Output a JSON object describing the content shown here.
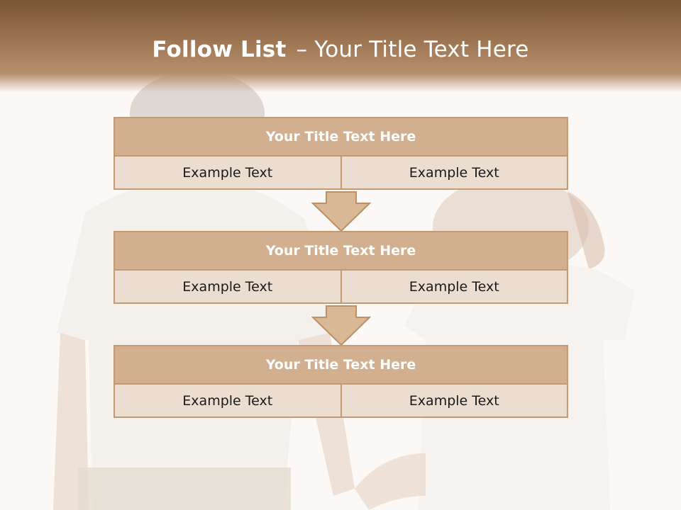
{
  "slide": {
    "title_bold": "Follow List",
    "title_separator": "–",
    "title_rest": "Your Title Text Here"
  },
  "blocks": [
    {
      "title": "Your Title Text Here",
      "left": "Example Text",
      "right": "Example Text"
    },
    {
      "title": "Your Title Text Here",
      "left": "Example Text",
      "right": "Example Text"
    },
    {
      "title": "Your Title Text Here",
      "left": "Example Text",
      "right": "Example Text"
    }
  ],
  "colors": {
    "header_brown": "#7a5634",
    "box_title_fill": "#d2b08f",
    "box_border": "#c39a73",
    "cell_fill": "#ecddd1",
    "arrow_fill": "#d9b896"
  }
}
